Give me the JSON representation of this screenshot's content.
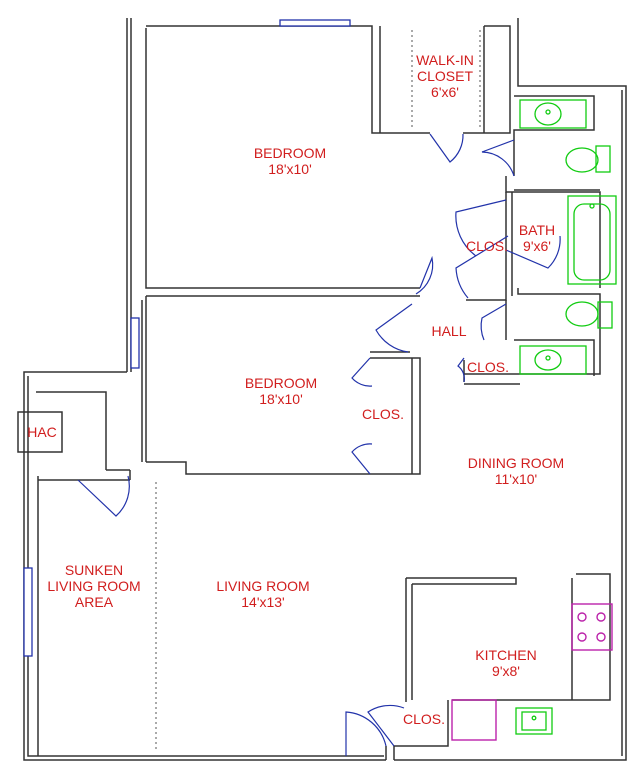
{
  "plan": {
    "rooms": {
      "walk_in_closet": {
        "name": "WALK-IN\nCLOSET",
        "dims": "6'x6'"
      },
      "bedroom_1": {
        "name": "BEDROOM",
        "dims": "18'x10'"
      },
      "bath": {
        "name": "BATH",
        "dims": "9'x6'"
      },
      "clos_bath": {
        "name": "CLOS.",
        "dims": ""
      },
      "hall": {
        "name": "HALL",
        "dims": ""
      },
      "clos_hall": {
        "name": "CLOS.",
        "dims": ""
      },
      "bedroom_2": {
        "name": "BEDROOM",
        "dims": "18'x10'"
      },
      "clos_bedroom2": {
        "name": "CLOS.",
        "dims": ""
      },
      "hac": {
        "name": "HAC",
        "dims": ""
      },
      "dining_room": {
        "name": "DINING ROOM",
        "dims": "11'x10'"
      },
      "sunken_living": {
        "name": "SUNKEN\nLIVING ROOM\nAREA",
        "dims": ""
      },
      "living_room": {
        "name": "LIVING ROOM",
        "dims": "14'x13'"
      },
      "kitchen": {
        "name": "KITCHEN",
        "dims": "9'x8'"
      },
      "clos_entry": {
        "name": "CLOS.",
        "dims": ""
      }
    },
    "colors": {
      "wall": "#333333",
      "label": "#d11e1e",
      "window": "#2233aa",
      "door_swing": "#2233aa",
      "bath_fixture": "#11cc11",
      "kitchen_appliance": "#bb22aa"
    }
  }
}
